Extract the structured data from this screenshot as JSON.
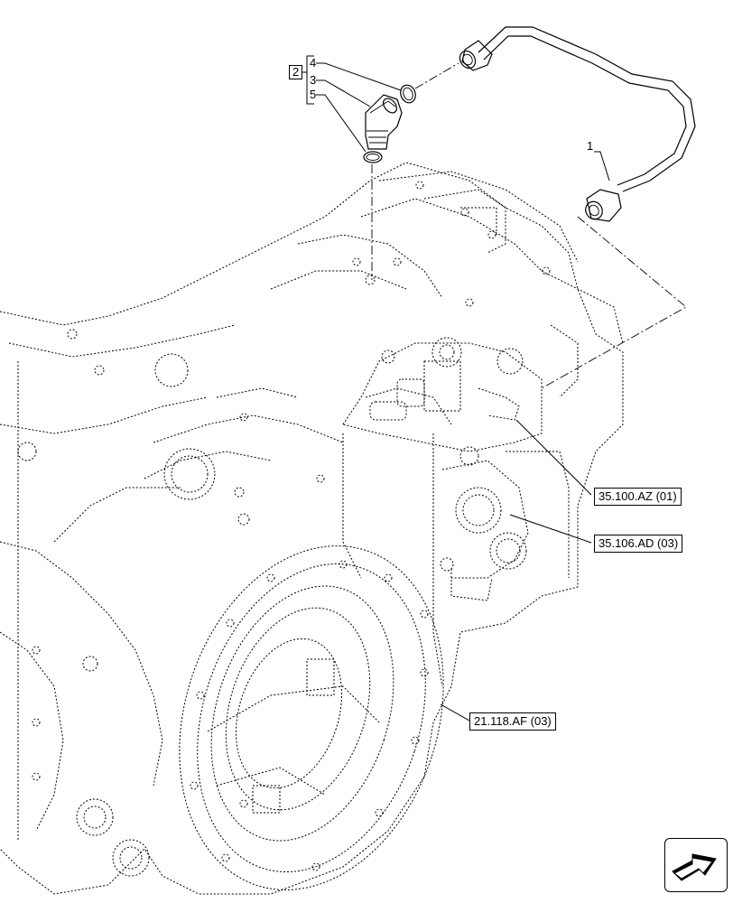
{
  "callouts": {
    "part_1": "1",
    "part_2": "2",
    "part_3": "3",
    "part_4": "4",
    "part_5": "5"
  },
  "references": {
    "ref_35_100": "35.100.AZ (01)",
    "ref_35_106": "35.106.AD (03)",
    "ref_21_118": "21.118.AF (03)"
  },
  "icons": {
    "navigation": "arrow-navigation-icon"
  },
  "colors": {
    "line": "#000000",
    "background": "#ffffff"
  }
}
